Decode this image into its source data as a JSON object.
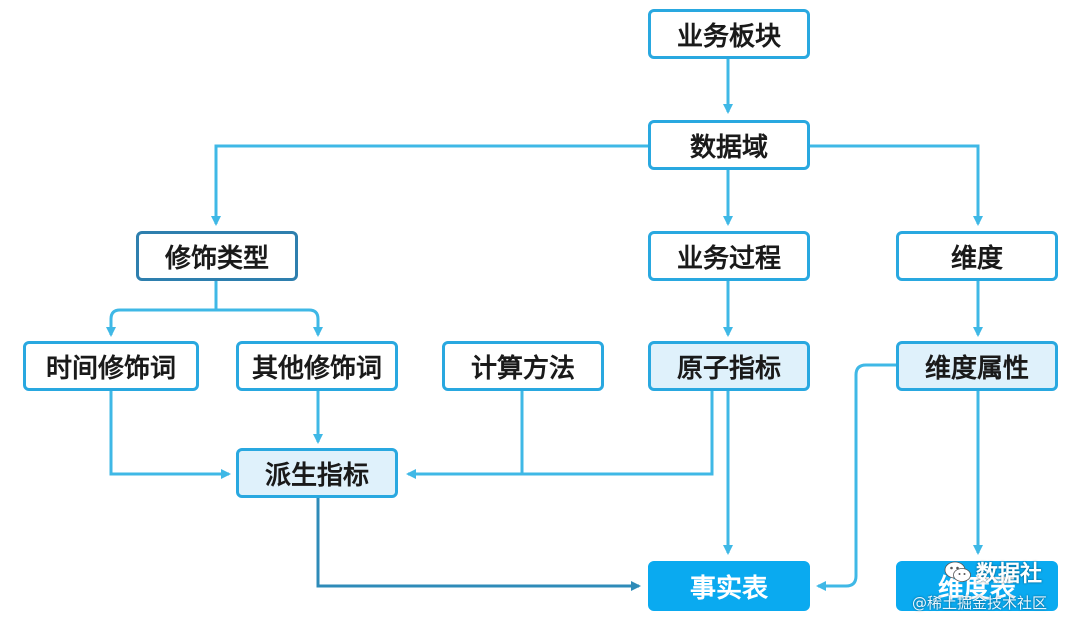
{
  "nodes": {
    "business_block": "业务板块",
    "data_domain": "数据域",
    "modifier_type": "修饰类型",
    "business_process": "业务过程",
    "dimension": "维度",
    "time_modifier": "时间修饰词",
    "other_modifier": "其他修饰词",
    "calc_method": "计算方法",
    "atomic_metric": "原子指标",
    "dimension_attribute": "维度属性",
    "derived_metric": "派生指标",
    "fact_table": "事实表",
    "dimension_table": "维度表"
  },
  "watermark": {
    "brand": "数据社",
    "source": "@稀土掘金技术社区"
  },
  "colors": {
    "arrow": "#3fb8e6",
    "arrow_dark": "#2e8bb8",
    "border": "#29a8e0",
    "border_dark": "#2e7fae",
    "light_fill": "#dff1fb",
    "solid_fill": "#0aaaf0"
  }
}
